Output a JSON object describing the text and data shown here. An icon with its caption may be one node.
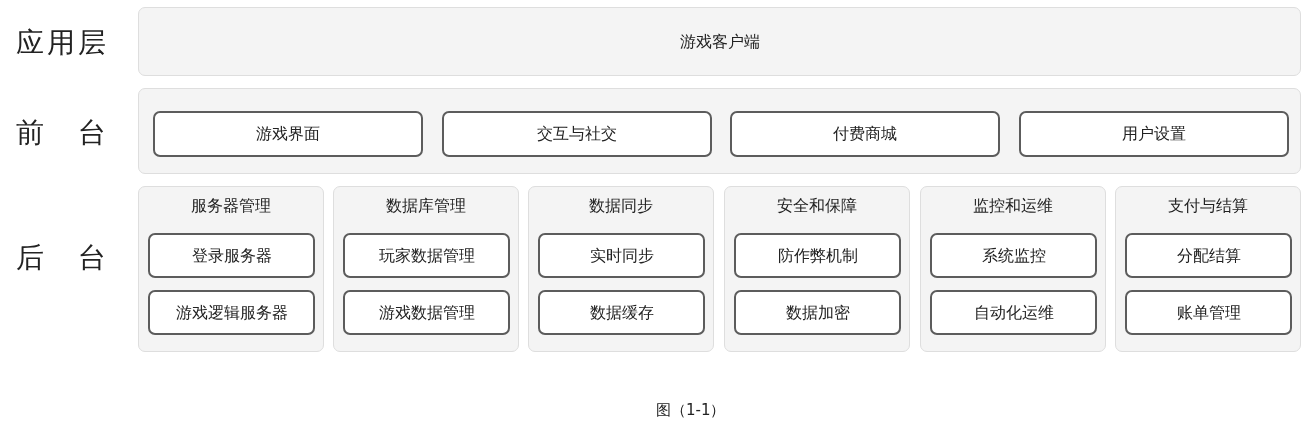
{
  "diagram": {
    "caption": "图（1-1）",
    "nodes": [
      {
        "text": [
          "游戏客户端"
        ]
      },
      {
        "text": [],
        "shape": "box"
      },
      {
        "text": [
          "游戏界面"
        ],
        "in": 1
      },
      {
        "text": [
          "交互与社交"
        ],
        "in": 1
      },
      {
        "text": [
          "付费商城"
        ],
        "in": 1
      },
      {
        "text": [
          "用户设置"
        ],
        "in": 1
      },
      {
        "text": [
          "服务器管理"
        ]
      },
      {
        "text": [
          "登录服务器"
        ],
        "in": 6
      },
      {
        "text": [
          "游戏逻辑服务器"
        ],
        "in": 6
      },
      {
        "text": [
          "数据库管理"
        ]
      },
      {
        "text": [
          "玩家数据管理"
        ],
        "in": 9
      },
      {
        "text": [
          "游戏数据管理"
        ],
        "in": 9
      },
      {
        "text": [
          "数据同步"
        ]
      },
      {
        "text": [
          "实时同步"
        ],
        "in": 12
      },
      {
        "text": [
          "数据缓存"
        ],
        "in": 12
      },
      {
        "text": [
          "安全和保障"
        ]
      },
      {
        "text": [
          "防作弊机制"
        ],
        "in": 15
      },
      {
        "text": [
          "数据加密"
        ],
        "in": 15
      },
      {
        "text": [
          "监控和运维"
        ]
      },
      {
        "text": [
          "系统监控"
        ],
        "in": 18
      },
      {
        "text": [
          "自动化运维"
        ],
        "in": 18
      },
      {
        "text": [
          "支付与结算"
        ]
      },
      {
        "text": [
          "分配结算"
        ],
        "in": 21
      },
      {
        "text": [
          "账单管理"
        ],
        "in": 21
      }
    ],
    "labels": [
      "应用层",
      "前 台",
      "后 台"
    ]
  }
}
